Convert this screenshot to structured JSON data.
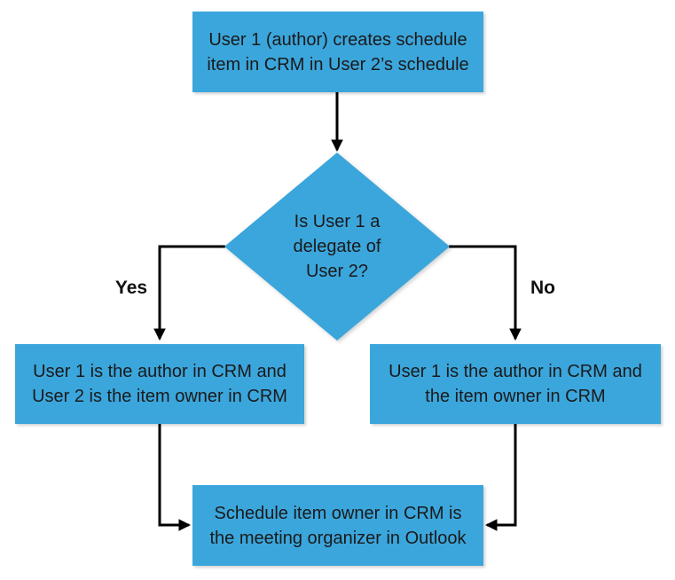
{
  "diagram": {
    "type": "flowchart",
    "colors": {
      "node_fill": "#3BA6DC",
      "node_text": "#1A1A1A",
      "connector": "#000000",
      "background": "#FFFFFF"
    },
    "nodes": {
      "start": {
        "shape": "rectangle",
        "label": "User 1 (author) creates schedule\nitem in CRM in User 2’s schedule"
      },
      "decision": {
        "shape": "diamond",
        "label": "Is User 1 a\ndelegate of\nUser 2?"
      },
      "yes_outcome": {
        "shape": "rectangle",
        "label": "User 1 is the author in CRM and\nUser 2 is the item owner in CRM"
      },
      "no_outcome": {
        "shape": "rectangle",
        "label": "User 1 is the author in CRM and\nthe item owner in CRM"
      },
      "end": {
        "shape": "rectangle",
        "label": "Schedule item owner in CRM is\nthe meeting organizer in Outlook"
      }
    },
    "edges": [
      {
        "from": "start",
        "to": "decision",
        "label": ""
      },
      {
        "from": "decision",
        "to": "yes_outcome",
        "label": "Yes"
      },
      {
        "from": "decision",
        "to": "no_outcome",
        "label": "No"
      },
      {
        "from": "yes_outcome",
        "to": "end",
        "label": ""
      },
      {
        "from": "no_outcome",
        "to": "end",
        "label": ""
      }
    ]
  }
}
